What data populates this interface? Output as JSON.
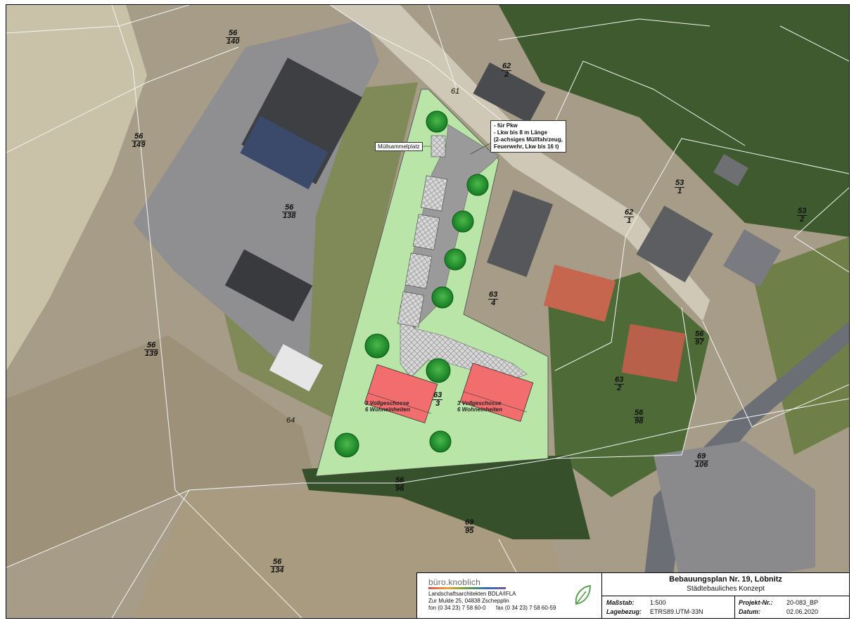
{
  "parcels": [
    {
      "id": "p56-140",
      "num": "56",
      "den": "140"
    },
    {
      "id": "p56-149",
      "num": "56",
      "den": "149"
    },
    {
      "id": "p56-138",
      "num": "56",
      "den": "138"
    },
    {
      "id": "p56-139",
      "num": "56",
      "den": "139"
    },
    {
      "id": "p62-2",
      "num": "62",
      "den": "2"
    },
    {
      "id": "p53-1",
      "num": "53",
      "den": "1"
    },
    {
      "id": "p62-1",
      "num": "62",
      "den": "1"
    },
    {
      "id": "p53-2",
      "num": "53",
      "den": "2"
    },
    {
      "id": "p63-4",
      "num": "63",
      "den": "4"
    },
    {
      "id": "p56-97",
      "num": "56",
      "den": "97"
    },
    {
      "id": "p63-3",
      "num": "63",
      "den": "3"
    },
    {
      "id": "p63-2",
      "num": "63",
      "den": "2"
    },
    {
      "id": "p56-98",
      "num": "56",
      "den": "98"
    },
    {
      "id": "p69-106",
      "num": "69",
      "den": "106"
    },
    {
      "id": "p56-96",
      "num": "56",
      "den": "96"
    },
    {
      "id": "p69-95",
      "num": "69",
      "den": "95"
    },
    {
      "id": "p56-134",
      "num": "56",
      "den": "134"
    }
  ],
  "plain_numbers": {
    "n61": "61",
    "n64": "64"
  },
  "labels": {
    "waste_area": "Müllsammelplatz",
    "access_note": [
      "- für Pkw",
      "- Lkw bis 8 m Länge",
      "(2-achsiges Müllfahrzeug,",
      "Feuerwehr, Lkw bis 16 t)"
    ],
    "building_a": [
      "3 Vollgeschosse",
      "6 Wohneinheiten"
    ],
    "building_b": [
      "3 Vollgeschosse",
      "6 Wohneinheiten"
    ]
  },
  "title_block": {
    "logo": "büro.knoblich",
    "office": "Landschaftsarchitekten BDLA/IFLA",
    "address": "Zur Mulde 25, 04838 Zschepplin",
    "phone": "fon (0 34 23) 7 58 60-0",
    "fax": "fax (0 34 23) 7 58 60-59",
    "project_title": "Bebauungsplan Nr. 19, Löbnitz",
    "subtitle": "Städtebauliches Konzept",
    "scale_label": "Maßstab:",
    "scale_value": "1:500",
    "ref_label": "Lagebezug:",
    "ref_value": "ETRS89.UTM-33N",
    "project_no_label": "Projekt-Nr.:",
    "project_no_value": "20-083_BP",
    "date_label": "Datum:",
    "date_value": "02.06.2020"
  },
  "colors": {
    "plan_green": "#b9e6a8",
    "building_red": "#f26d6d",
    "tree_green": "#1f8a2e",
    "paving_gray": "#9a9a9a"
  }
}
